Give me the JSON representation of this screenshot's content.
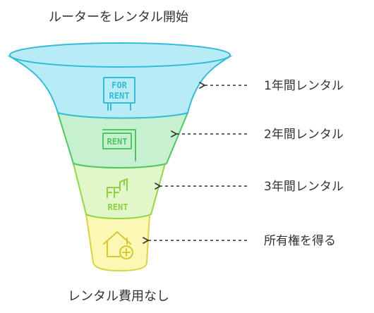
{
  "diagram": {
    "top_label": "ルーターをレンタル開始",
    "bottom_label": "レンタル費用なし",
    "stages": [
      {
        "label": "1年間レンタル",
        "fill": "#b7ebf6",
        "stroke": "#37bcd7",
        "icon": "for-rent-sign-icon",
        "sign_line1": "FOR",
        "sign_line2": "RENT"
      },
      {
        "label": "2年間レンタル",
        "fill": "#c6f0cf",
        "stroke": "#4fc765",
        "icon": "rent-sign-icon",
        "sign_line1": "RENT"
      },
      {
        "label": "3年間レンタル",
        "fill": "#e2f7c9",
        "stroke": "#93d646",
        "icon": "rent-building-icon",
        "sign_line1": "RENT"
      },
      {
        "label": "所有権を得る",
        "fill": "#fbf8b5",
        "stroke": "#dcd343",
        "icon": "home-plus-icon"
      }
    ]
  }
}
